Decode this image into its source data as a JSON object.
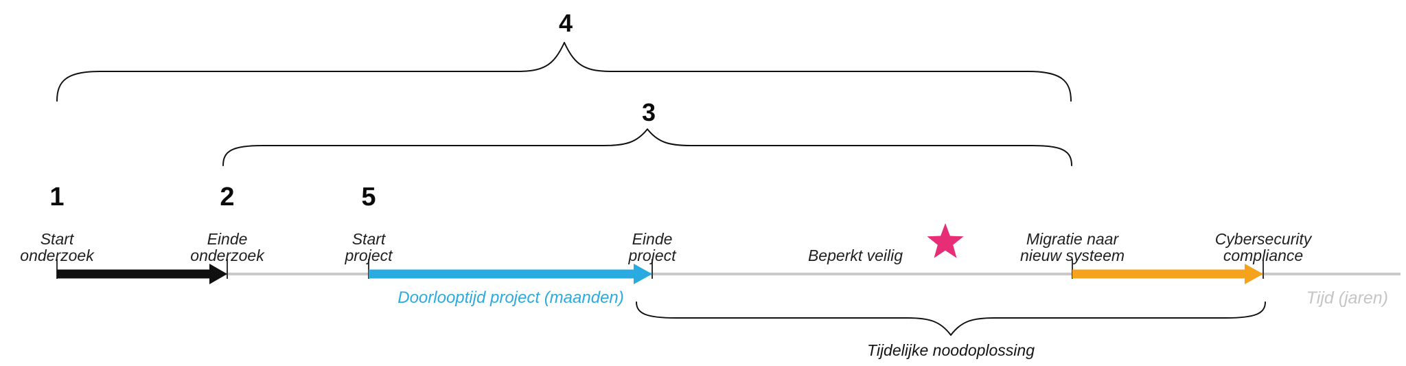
{
  "diagram": {
    "events": [
      {
        "number": "1",
        "line1": "Start",
        "line2": "onderzoek"
      },
      {
        "number": "2",
        "line1": "Einde",
        "line2": "onderzoek"
      },
      {
        "number": "5",
        "line1": "Start",
        "line2": "project"
      },
      {
        "line1": "Einde",
        "line2": "project"
      },
      {
        "line1": "Beperkt veilig"
      },
      {
        "line1": "Migratie naar",
        "line2": "nieuw systeem"
      },
      {
        "line1": "Cybersecurity",
        "line2": "compliance"
      }
    ],
    "arrows": [
      {
        "name": "onderzoek-duration",
        "color": "#101010"
      },
      {
        "name": "project-duration",
        "color": "#29abe2",
        "label": "Doorlooptijd project (maanden)"
      },
      {
        "name": "migratie-duration",
        "color": "#f5a31c"
      }
    ],
    "braces": [
      {
        "number": "4"
      },
      {
        "number": "3"
      },
      {
        "label": "Tijdelijke noodoplossing"
      }
    ],
    "star": {
      "color": "#e62d75"
    },
    "axis": {
      "label": "Tijd (jaren)",
      "line_color": "#c9c9c9"
    }
  }
}
